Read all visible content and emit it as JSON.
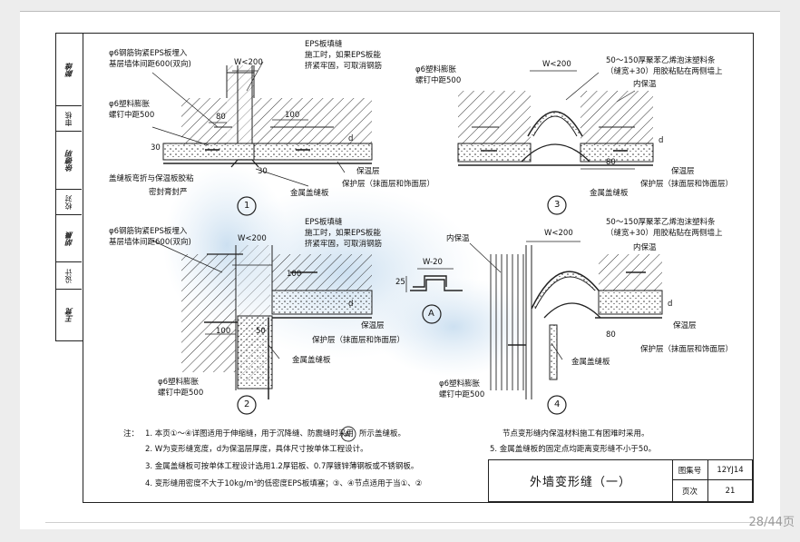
{
  "sign_block": {
    "cells": [
      "审定",
      "审核",
      "校对",
      "设计",
      "制图"
    ],
    "signatures": [
      "颜维",
      "徐德玥",
      "胡晨",
      "王竞"
    ],
    "seal_text": "报院审批"
  },
  "labels": {
    "steel_bar": "φ6钢筋钩紧EPS板埋入",
    "steel_bar_2": "基层墙体间距600(双向)",
    "eps_fill": "EPS板填缝",
    "construction_1": "施工时，如果EPS板能",
    "construction_2": "挤紧牢固，可取消钢筋",
    "w200": "W<200",
    "plastic_anchor": "φ6塑料膨胀",
    "anchor_spacing": "螺钉中距500",
    "dim_80": "80",
    "dim_100": "100",
    "dim_30": "30",
    "dim_d": "d",
    "cover_board": "盖缝板弯折与保温板胶粘",
    "sealant": "密封膏封严",
    "insulation": "保温层",
    "protection": "保护层（抹面层和饰面层）",
    "metal_cover": "金属盖缝板",
    "foam_strip_1": "50～150厚聚苯乙烯泡沫塑料条",
    "foam_strip_2": "（缝宽+30）用胶粘贴在两侧墙上",
    "inner_insulation": "内保温",
    "w20": "W-20",
    "dim_25": "25",
    "dim_50": "50",
    "detail_1": "1",
    "detail_2": "2",
    "detail_3": "3",
    "detail_4": "4",
    "detail_a": "A"
  },
  "notes": {
    "prefix": "注：",
    "n1a": "1. 本页①～④详图适用于伸缩缝，用于沉降缝、防震缝时采用",
    "n1b": "所示盖缝板。",
    "n2": "2. W为变形缝宽度，d为保温层厚度，具体尺寸按单体工程设计。",
    "n3": "3. 金属盖缝板可按单体工程设计选用1.2厚铝板、0.7厚镀锌薄钢板或不锈钢板。",
    "n4": "4. 变形缝用密度不大于10kg/m³的低密度EPS板填塞；③、④节点适用于当①、②",
    "n4b": "节点变形缝内保温材料施工有困难时采用。",
    "n5": "5. 金属盖缝板的固定点均距离变形缝不小于50。",
    "a_marker": "A"
  },
  "title_block": {
    "title": "外墙变形缝（一）",
    "atlas_label": "图集号",
    "atlas_no": "12YJ14",
    "page_label": "页次",
    "page_no": "21"
  },
  "page_counter": "28/44页"
}
